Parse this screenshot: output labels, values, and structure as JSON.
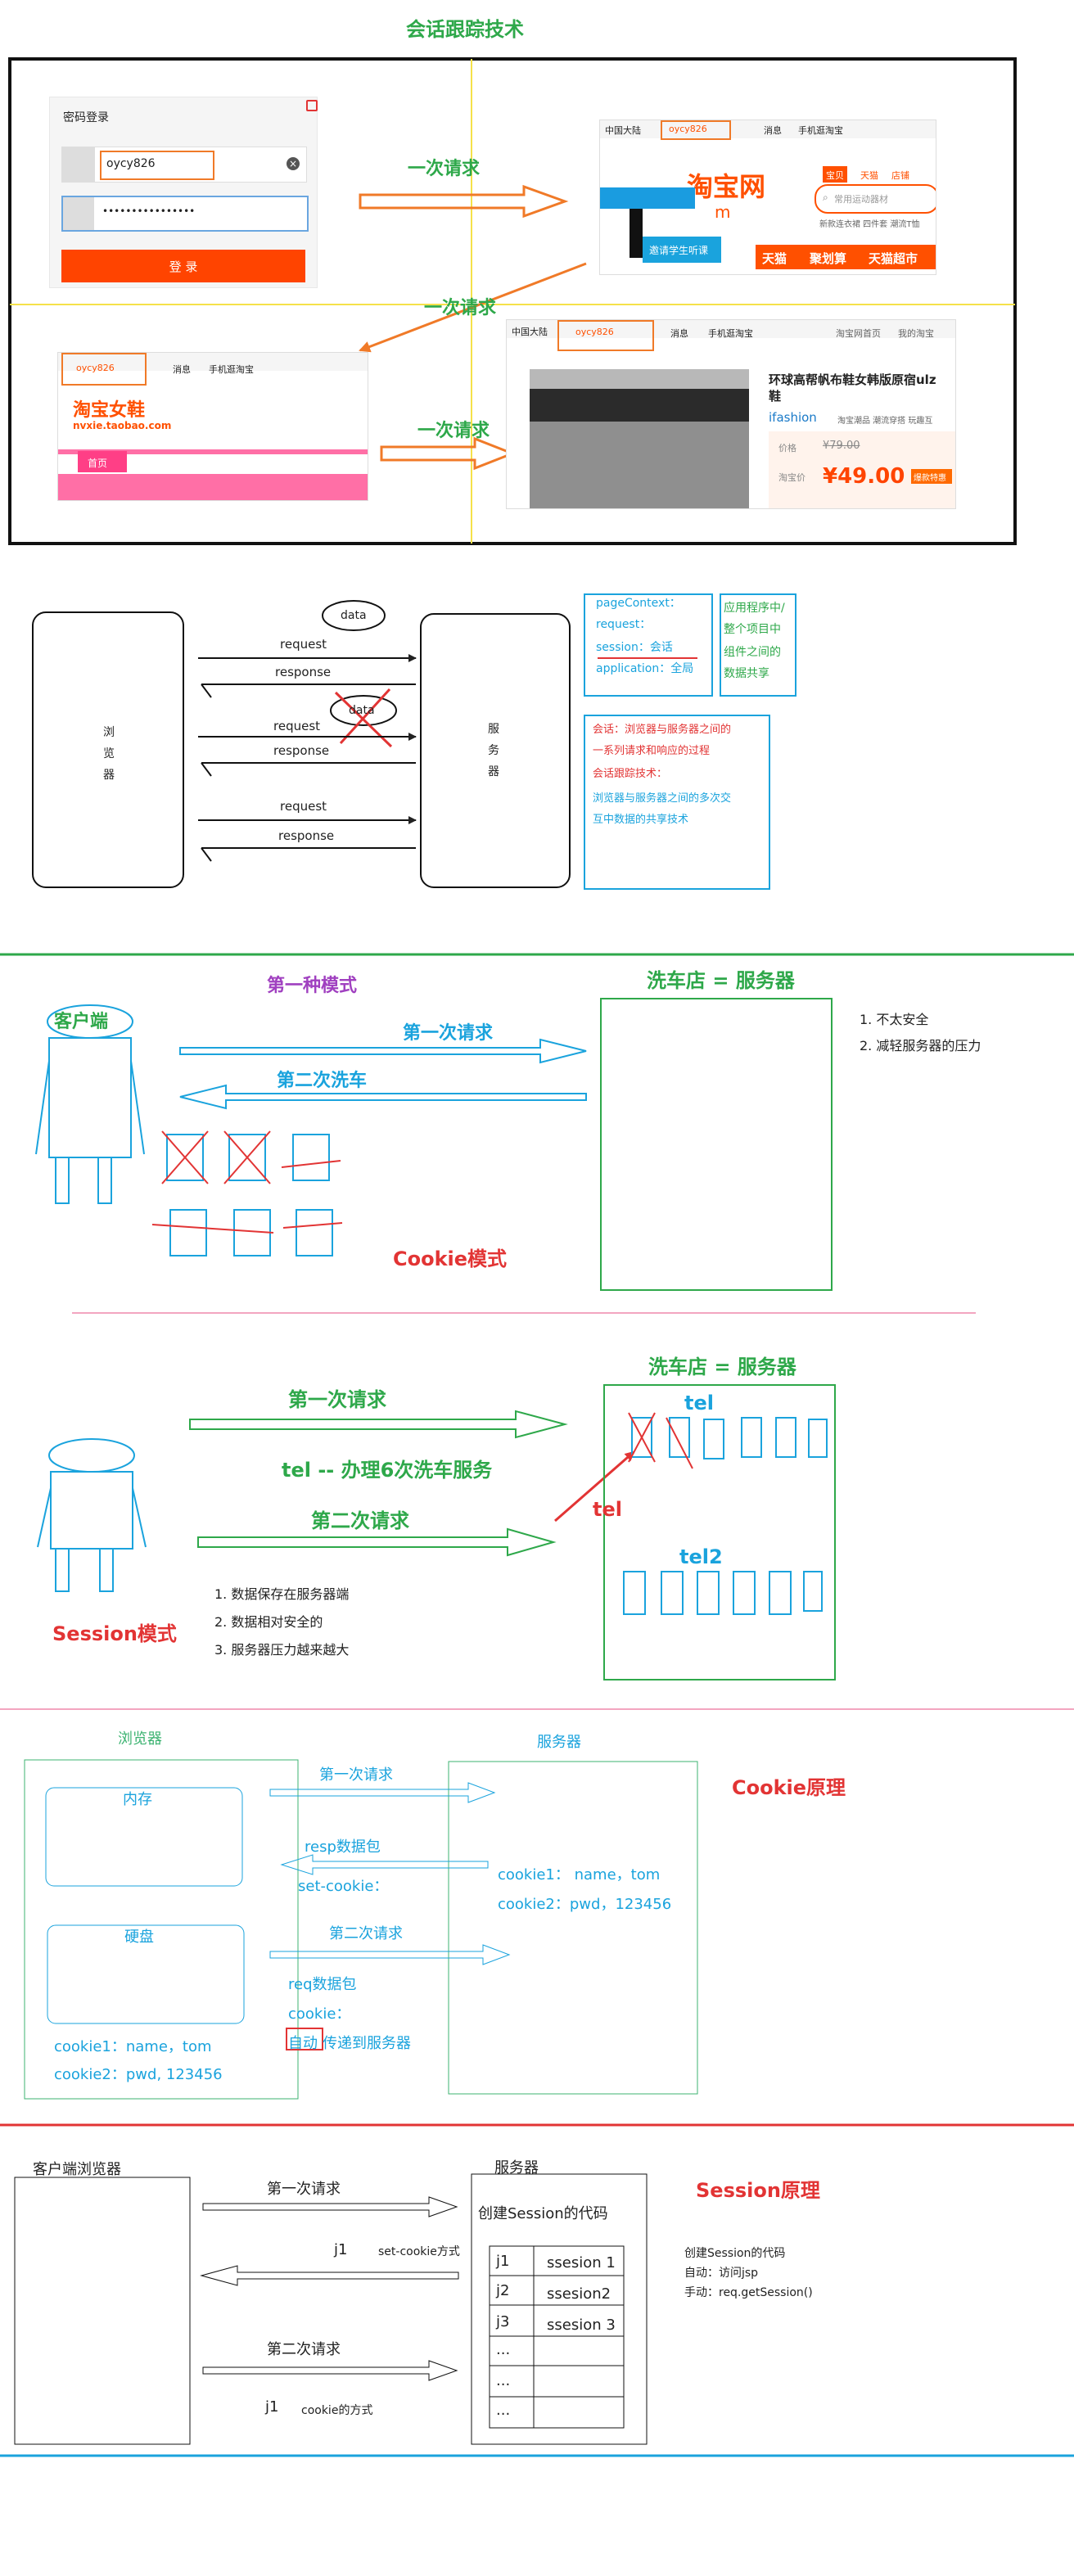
{
  "title": "会话跟踪技术",
  "sec1": {
    "login": {
      "heading": "密码登录",
      "username": "oycy826",
      "password": "••••••••••••••••",
      "button": "登 录"
    },
    "arrows": [
      "一次请求",
      "一次请求",
      "一次请求"
    ],
    "taobao_home": {
      "region": "中国大陆",
      "user": "oycy826",
      "msg": "消息",
      "mobile": "手机逛淘宝",
      "logo": "淘宝网",
      "logo_sub": "m",
      "tabs": [
        "宝贝",
        "天猫",
        "店铺"
      ],
      "search_placeholder": "常用运动器材",
      "hot": "新款连衣裙 四件套 潮流T恤",
      "promo": "邀请学生听课",
      "nav": [
        "天猫",
        "聚划算",
        "天猫超市"
      ]
    },
    "shoes_store": {
      "user": "oycy826",
      "msg": "消息",
      "mobile": "手机逛淘宝",
      "logo": "淘宝女鞋",
      "domain": "nvxie.taobao.com",
      "tab": "首页"
    },
    "product": {
      "region": "中国大陆",
      "user": "oycy826",
      "msg": "消息",
      "mobile": "手机逛淘宝",
      "links": [
        "淘宝网首页",
        "我的淘宝"
      ],
      "name": "环球高帮帆布鞋女韩版原宿ulz",
      "name2": "鞋",
      "brand": "ifashion",
      "brand_desc": "淘宝潮品 潮流穿搭 玩趣互",
      "price_label": "价格",
      "price_old": "¥79.00",
      "price_label2": "淘宝价",
      "price_new": "¥49.00",
      "badge": "爆款特惠"
    }
  },
  "sec2": {
    "browser_label": [
      "浏",
      "览",
      "器"
    ],
    "server_label": [
      "服",
      "务",
      "器"
    ],
    "data_labels": [
      "data",
      "data"
    ],
    "requests": [
      "request",
      "response",
      "request",
      "response",
      "request",
      "response"
    ],
    "scopes": [
      "pageContext：",
      "request：",
      "session：会话",
      "application：全局"
    ],
    "app_note": [
      "应用程序中/",
      "整个项目中",
      "组件之间的",
      "数据共享"
    ],
    "session_def1": [
      "会话：浏览器与服务器之间的",
      "一系列请求和响应的过程"
    ],
    "session_def2": [
      "会话跟踪技术：",
      "浏览器与服务器之间的多次交",
      "互中数据的共享技术"
    ]
  },
  "sec3": {
    "mode": "第一种模式",
    "client": "客户端",
    "server": "洗车店 = 服务器",
    "req1": "第一次请求",
    "req2": "第二次洗车",
    "notes": [
      "1. 不太安全",
      "2. 减轻服务器的压力"
    ],
    "cookie_mode": "Cookie模式"
  },
  "sec4": {
    "server": "洗车店 = 服务器",
    "req1": "第一次请求",
    "service": "tel -- 办理6次洗车服务",
    "req2": "第二次请求",
    "tel": "tel",
    "tel_red": "tel",
    "tel2": "tel2",
    "session_mode": "Session模式",
    "notes": [
      "1. 数据保存在服务器端",
      "2. 数据相对安全的",
      "3. 服务器压力越来越大"
    ]
  },
  "sec5": {
    "browser": "浏览器",
    "server": "服务器",
    "memory": "内存",
    "disk": "硬盘",
    "req1": "第一次请求",
    "resp_pkg": "resp数据包",
    "set_cookie": "set-cookie：",
    "req2": "第二次请求",
    "req_pkg": "req数据包",
    "cookie": "cookie：",
    "auto_a": "自动",
    "auto_b": "传递到服务器",
    "server_cookies": [
      "cookie1： name，tom",
      "cookie2：pwd，123456"
    ],
    "disk_cookies": [
      "cookie1：name，tom",
      "cookie2：pwd, 123456"
    ],
    "title": "Cookie原理"
  },
  "sec6": {
    "client": "客户端浏览器",
    "server": "服务器",
    "req1": "第一次请求",
    "j1": "j1",
    "set_cookie_way": "set-cookie方式",
    "req2": "第二次请求",
    "j1b": "j1",
    "cookie_way": "cookie的方式",
    "create_code": "创建Session的代码",
    "table": [
      [
        "j1",
        "ssesion 1"
      ],
      [
        "j2",
        "ssesion2"
      ],
      [
        "j3",
        "ssesion 3"
      ],
      [
        "...",
        ""
      ],
      [
        "...",
        ""
      ],
      [
        "...",
        ""
      ]
    ],
    "title": "Session原理",
    "notes": [
      "创建Session的代码",
      "自动：访问jsp",
      "手动：req.getSession()"
    ]
  },
  "colors": {
    "green": "#2ea84a",
    "blue": "#1aa3dd",
    "red": "#e23434",
    "orange": "#f07a28",
    "purple": "#a040c0",
    "taobao": "#ff5000"
  }
}
